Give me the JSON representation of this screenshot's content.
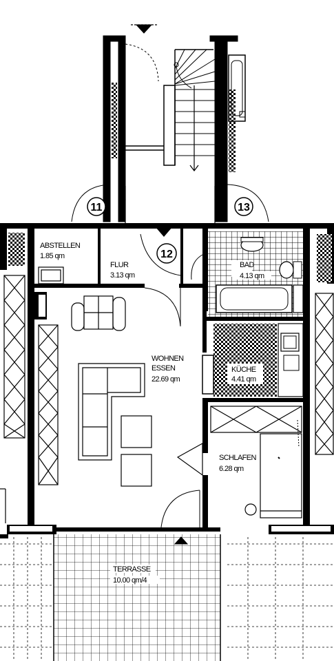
{
  "rooms": [
    {
      "id": "abstellen",
      "name": "ABSTELLEN",
      "area": "1.85 qm"
    },
    {
      "id": "flur",
      "name": "FLUR",
      "area": "3.13 qm"
    },
    {
      "id": "bad",
      "name": "BAD",
      "area": "4.13 qm"
    },
    {
      "id": "wohnen",
      "name": "WOHNEN",
      "name2": "ESSEN",
      "area": "22.69 qm"
    },
    {
      "id": "kueche",
      "name": "KÜCHE",
      "area": "4.41 qm"
    },
    {
      "id": "schlafen",
      "name": "SCHLAFEN",
      "area": "6.28 qm"
    },
    {
      "id": "terrasse",
      "name": "TERRASSE",
      "area": "10.00 qm/4"
    }
  ],
  "unit_markers": [
    "11",
    "12",
    "13"
  ]
}
